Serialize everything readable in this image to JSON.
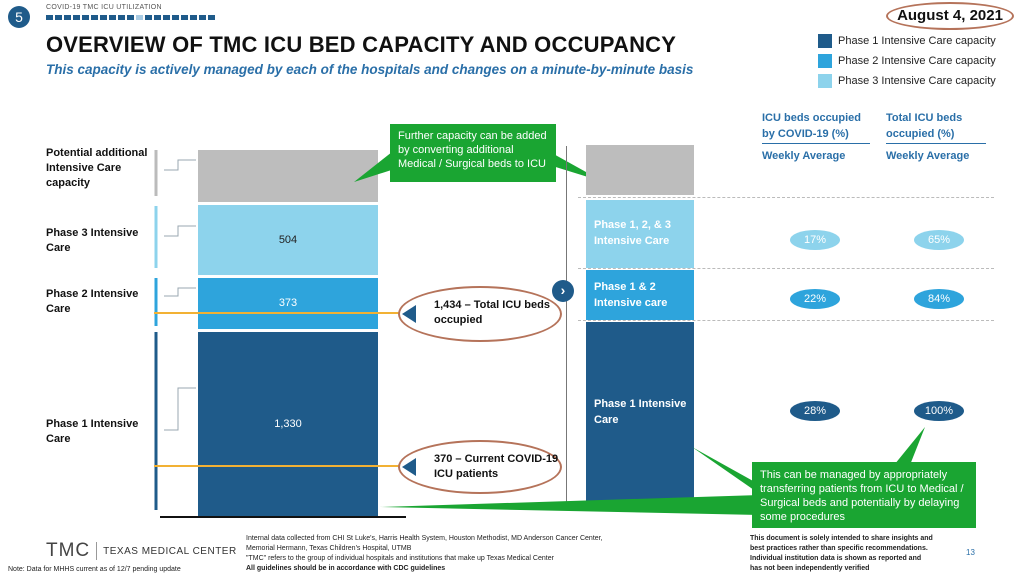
{
  "header": {
    "page_number": "5",
    "kicker": "COVID-19 TMC ICU UTILIZATION",
    "title": "OVERVIEW OF TMC ICU BED CAPACITY AND OCCUPANCY",
    "subtitle": "This capacity is actively managed by each of the hospitals and changes on a minute-by-minute basis",
    "date": "August 4, 2021"
  },
  "legend": [
    {
      "label": "Phase 1 Intensive Care capacity",
      "color": "#1f5b8a"
    },
    {
      "label": "Phase 2 Intensive Care capacity",
      "color": "#2ea4dc"
    },
    {
      "label": "Phase 3 Intensive Care capacity",
      "color": "#8dd3ec"
    }
  ],
  "row_labels": {
    "potential": "Potential additional Intensive Care capacity",
    "phase3": "Phase 3 Intensive Care",
    "phase2": "Phase 2 Intensive Care",
    "phase1": "Phase 1 Intensive Care"
  },
  "chart_data": {
    "type": "bar",
    "stacked": true,
    "categories": [
      "Potential additional Intensive Care capacity",
      "Phase 3 Intensive Care",
      "Phase 2 Intensive Care",
      "Phase 1 Intensive Care"
    ],
    "series": [
      {
        "name": "Phase 1 Intensive Care capacity",
        "value": 1330,
        "label": "1,330",
        "color": "#1f5b8a"
      },
      {
        "name": "Phase 2 Intensive Care capacity",
        "value": 373,
        "label": "373",
        "color": "#2ea4dc"
      },
      {
        "name": "Phase 3 Intensive Care capacity",
        "value": 504,
        "label": "504",
        "color": "#8dd3ec"
      }
    ],
    "reference_lines": [
      {
        "value": 1434,
        "label": "1,434 – Total ICU beds occupied",
        "color": "#f2b134"
      },
      {
        "value": 370,
        "label": "370 – Current COVID-19 ICU patients",
        "color": "#f2b134"
      }
    ]
  },
  "callouts": {
    "total_occupied": "1,434 – Total ICU beds occupied",
    "covid_patients": "370 – Current COVID-19 ICU patients",
    "further_capacity": "Further capacity can be added by converting additional Medical / Surgical beds to ICU",
    "managed_note": "This can be managed by appropriately transferring patients from ICU to Medical / Surgical beds and potentially by delaying some procedures"
  },
  "right_bar": {
    "phase123": "Phase 1, 2, & 3 Intensive Care",
    "phase12": "Phase 1 & 2 Intensive care",
    "phase1": "Phase 1 Intensive Care"
  },
  "table": {
    "col1_header": "ICU beds occupied by COVID-19 (%)",
    "col2_header": "Total ICU beds occupied (%)",
    "sub_header": "Weekly Average",
    "rows": [
      {
        "covid_pct": "17%",
        "total_pct": "65%"
      },
      {
        "covid_pct": "22%",
        "total_pct": "84%"
      },
      {
        "covid_pct": "28%",
        "total_pct": "100%"
      }
    ]
  },
  "footer": {
    "logo_tmc": "TMC",
    "logo_name": "TEXAS MEDICAL CENTER",
    "note": "Note: Data for MHHS current as of 12/7 pending update",
    "source_lines": [
      "Internal data collected from CHI St Luke's, Harris Health System, Houston Methodist, MD Anderson Cancer Center,",
      "Memorial Hermann, Texas Children's Hospital, UTMB",
      "\"TMC\" refers to the group of individual hospitals and institutions that make up Texas Medical Center",
      "All guidelines should be in accordance with CDC guidelines"
    ],
    "disclaimer_lines": [
      "This document is solely intended to share insights and",
      "best practices rather than specific recommendations.",
      "Individual institution data is shown as reported and",
      "has not been independently verified"
    ],
    "slide_number": "13"
  }
}
